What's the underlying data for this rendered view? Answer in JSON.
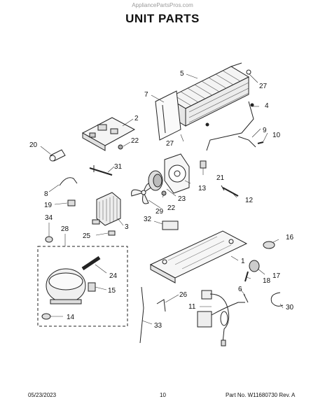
{
  "header": {
    "watermark": "AppliancePartsPros.com",
    "title": "UNIT PARTS"
  },
  "footer": {
    "date": "05/23/2023",
    "page": "10",
    "part_label": "Part No. W11680730  Rev. A"
  },
  "callouts": {
    "c1": "1",
    "c2": "2",
    "c3": "3",
    "c4": "4",
    "c5": "5",
    "c6": "6",
    "c7": "7",
    "c8": "8",
    "c9": "9",
    "c10": "10",
    "c11": "11",
    "c12": "12",
    "c13": "13",
    "c14": "14",
    "c15": "15",
    "c16": "16",
    "c17": "17",
    "c18": "18",
    "c19": "19",
    "c20": "20",
    "c21": "21",
    "c22a": "22",
    "c22b": "22",
    "c23": "23",
    "c24": "24",
    "c25": "25",
    "c26": "26",
    "c27a": "27",
    "c27b": "27",
    "c28": "28",
    "c29": "29",
    "c30": "30",
    "c31": "31",
    "c32": "32",
    "c33": "33",
    "c34": "34"
  }
}
